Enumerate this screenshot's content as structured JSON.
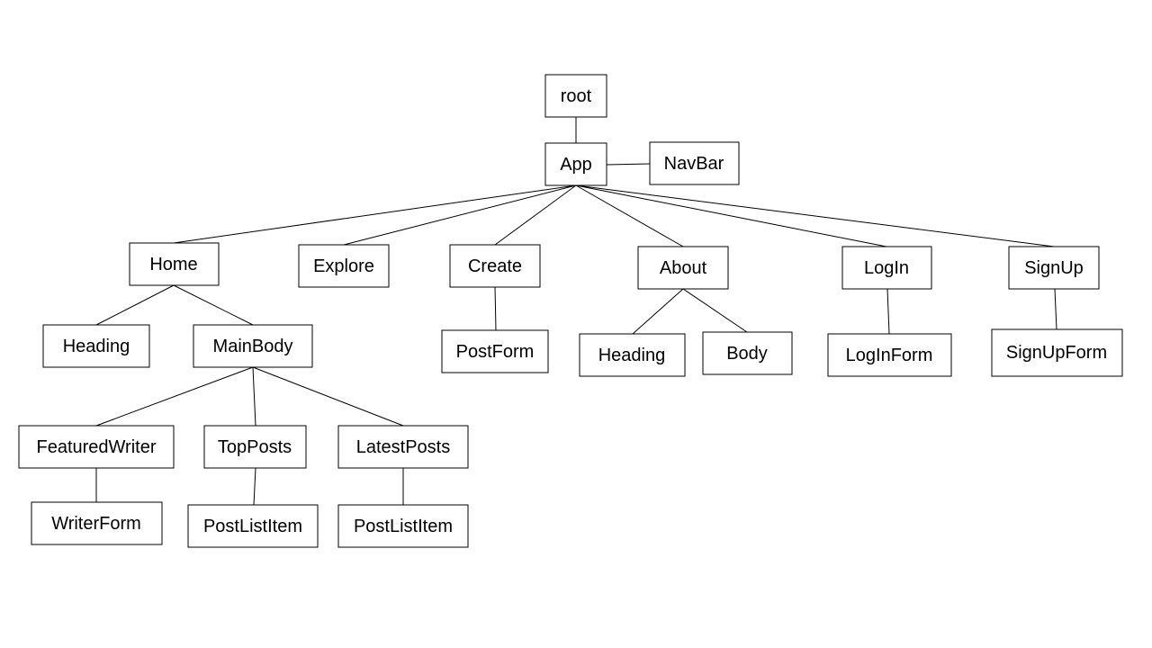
{
  "colors": {
    "background": "#ffffff",
    "stroke": "#000000",
    "text": "#000000"
  },
  "nodes": {
    "root": "root",
    "app": "App",
    "navbar": "NavBar",
    "home": "Home",
    "explore": "Explore",
    "create": "Create",
    "about": "About",
    "login": "LogIn",
    "signup": "SignUp",
    "home_heading": "Heading",
    "mainbody": "MainBody",
    "postform": "PostForm",
    "about_heading": "Heading",
    "about_body": "Body",
    "loginform": "LogInForm",
    "signupform": "SignUpForm",
    "featuredwriter": "FeaturedWriter",
    "topposts": "TopPosts",
    "latestposts": "LatestPosts",
    "writerform": "WriterForm",
    "topposts_item": "PostListItem",
    "latestposts_item": "PostListItem"
  },
  "edges": [
    [
      "root",
      "app"
    ],
    [
      "app",
      "navbar"
    ],
    [
      "app",
      "home"
    ],
    [
      "app",
      "explore"
    ],
    [
      "app",
      "create"
    ],
    [
      "app",
      "about"
    ],
    [
      "app",
      "login"
    ],
    [
      "app",
      "signup"
    ],
    [
      "home",
      "home_heading"
    ],
    [
      "home",
      "mainbody"
    ],
    [
      "create",
      "postform"
    ],
    [
      "about",
      "about_heading"
    ],
    [
      "about",
      "about_body"
    ],
    [
      "login",
      "loginform"
    ],
    [
      "signup",
      "signupform"
    ],
    [
      "mainbody",
      "featuredwriter"
    ],
    [
      "mainbody",
      "topposts"
    ],
    [
      "mainbody",
      "latestposts"
    ],
    [
      "featuredwriter",
      "writerform"
    ],
    [
      "topposts",
      "topposts_item"
    ],
    [
      "latestposts",
      "latestposts_item"
    ]
  ]
}
